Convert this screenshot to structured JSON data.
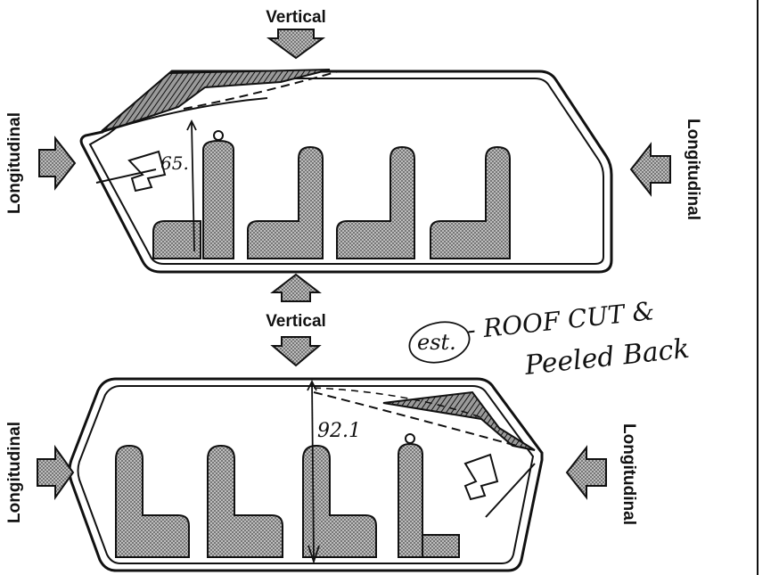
{
  "labels": {
    "top_vertical": "Vertical",
    "top_left_longitudinal": "Longitudinal",
    "top_right_longitudinal": "Longitudinal",
    "middle_vertical": "Vertical",
    "bottom_left_longitudinal": "Longitudinal",
    "bottom_right_longitudinal": "Longitudinal"
  },
  "annotations": {
    "top_height": "65.",
    "bottom_height": "92.1",
    "est_circle": "est.",
    "note_line1": "- ROOF CUT &",
    "note_line2": "Peeled Back"
  },
  "colors": {
    "stipple": "#8e8e8e",
    "ink": "#111111",
    "paper": "#ffffff"
  }
}
